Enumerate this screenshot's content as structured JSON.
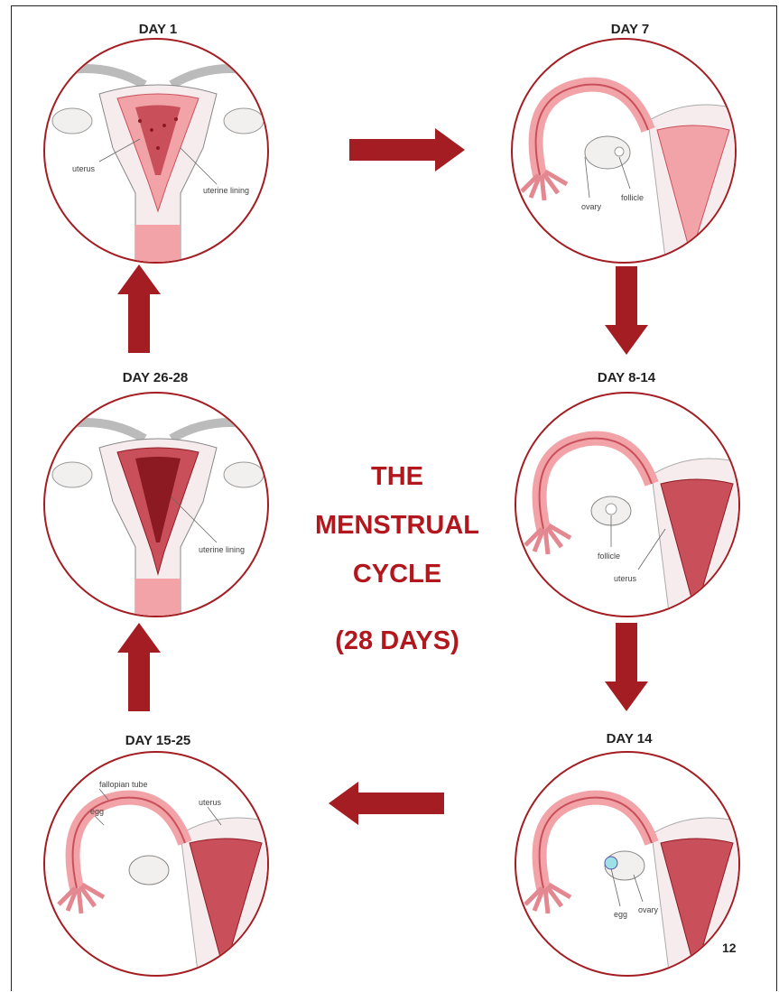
{
  "stages": {
    "day1": {
      "label": "DAY 1",
      "notes": [
        "uterus",
        "uterine lining"
      ]
    },
    "day7": {
      "label": "DAY 7",
      "notes": [
        "ovary",
        "follicle"
      ]
    },
    "day814": {
      "label": "DAY 8-14",
      "notes": [
        "follicle",
        "uterus"
      ]
    },
    "day14": {
      "label": "DAY 14",
      "notes": [
        "egg",
        "ovary"
      ]
    },
    "day1525": {
      "label": "DAY 15-25",
      "notes": [
        "fallopian tube",
        "egg",
        "uterus"
      ]
    },
    "day2628": {
      "label": "DAY 26-28",
      "notes": [
        "uterine lining"
      ]
    }
  },
  "title": {
    "line1": "THE",
    "line2": "MENSTRUAL",
    "line3": "CYCLE",
    "line4": "(28 DAYS)"
  },
  "page_number": "12",
  "colors": {
    "accent": "#a31d22",
    "pink": "#f2a3a8",
    "lining": "#c9505a",
    "ovary": "#f2f0ee"
  }
}
